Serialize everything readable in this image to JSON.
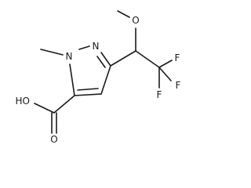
{
  "molecule": {
    "atoms": {
      "n1": "N",
      "n2": "N",
      "o_methoxy": "O",
      "f1": "F",
      "f2": "F",
      "f3": "F",
      "oh": "HO",
      "o_carbonyl": "O"
    }
  },
  "colors": {
    "bond": "#1a1a1a",
    "label": "#1a1a1a",
    "background": "#ffffff"
  }
}
